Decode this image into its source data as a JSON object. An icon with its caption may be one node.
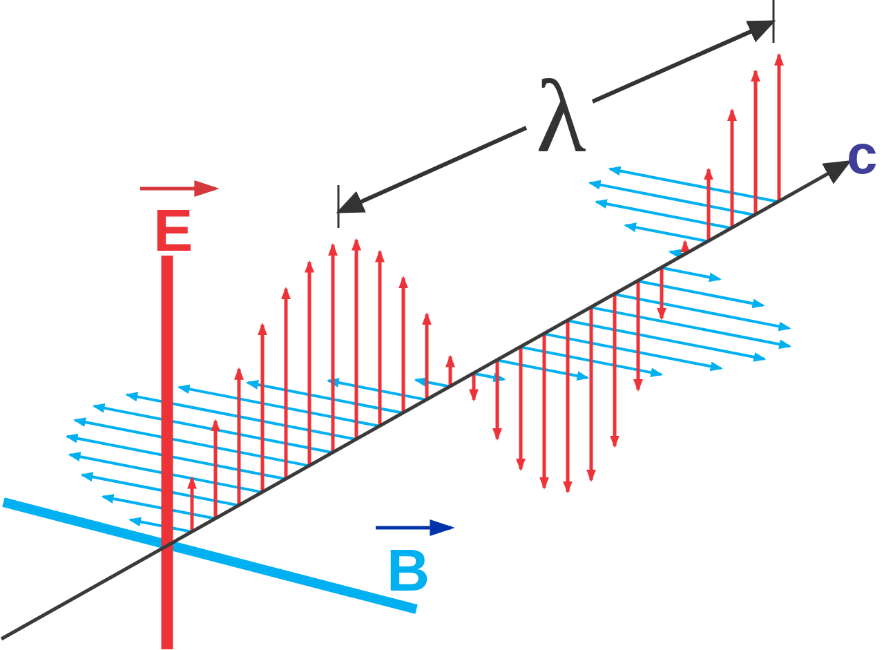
{
  "diagram": {
    "labels": [
      "λ",
      "c",
      "E",
      "B"
    ]
  }
}
